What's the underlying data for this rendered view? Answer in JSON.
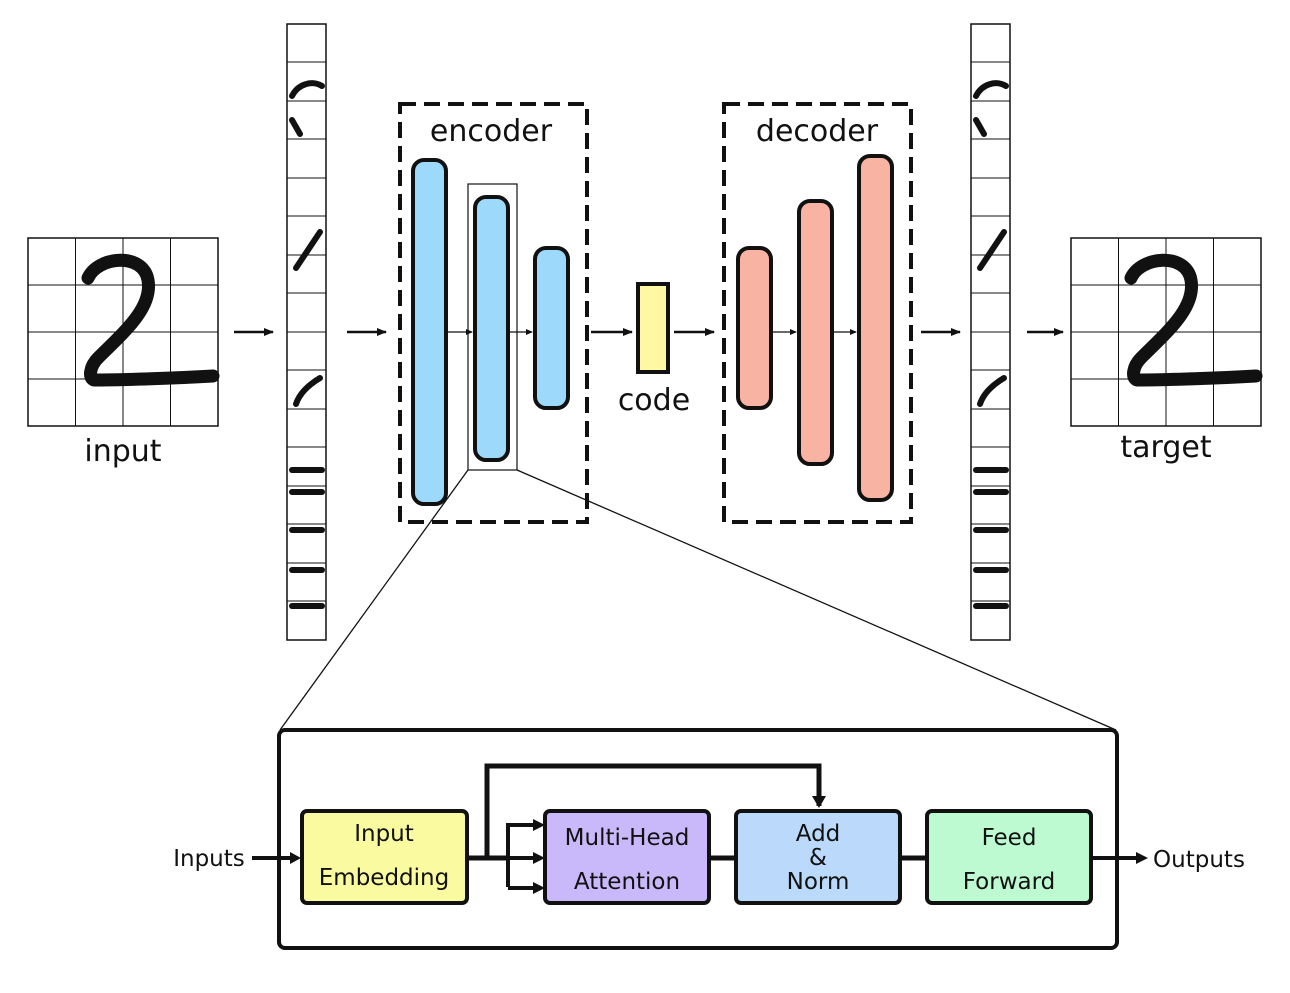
{
  "labels": {
    "input": "input",
    "target": "target",
    "encoder": "encoder",
    "decoder": "decoder",
    "code": "code"
  },
  "transformer": {
    "inputs_label": "Inputs",
    "outputs_label": "Outputs",
    "blocks": {
      "embedding": {
        "line1": "Input",
        "line2": "Embedding"
      },
      "attention": {
        "line1": "Multi-Head",
        "line2": "Attention"
      },
      "addnorm": {
        "line1": "Add",
        "line2": "&",
        "line3": "Norm"
      },
      "feedforward": {
        "line1": "Feed",
        "line2": "Forward"
      }
    }
  },
  "colors": {
    "encoder_layer": "#9dd9fb",
    "decoder_layer": "#f8b3a3",
    "code_block": "#fef7a3",
    "embedding_block": "#fafba0",
    "attention_block": "#c9b8fa",
    "addnorm_block": "#bbdafb",
    "feedforward_block": "#bdfad2"
  },
  "icons": {
    "input_image": "handwritten-digit-2-grid",
    "target_image": "handwritten-digit-2-grid"
  }
}
